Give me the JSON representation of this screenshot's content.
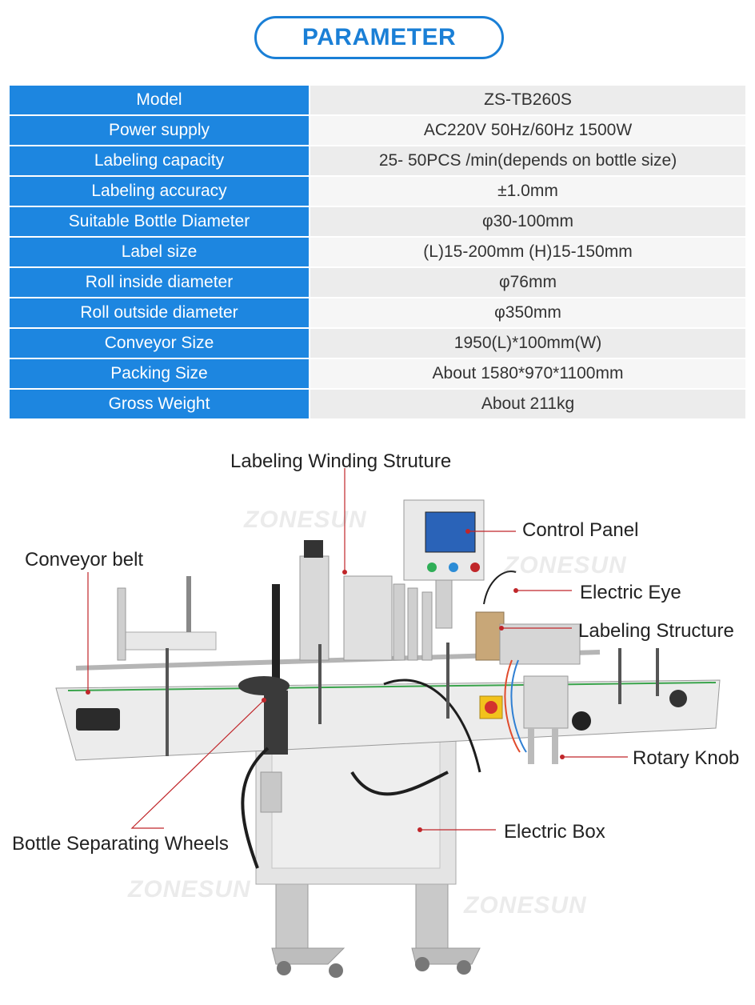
{
  "header": {
    "title": "PARAMETER"
  },
  "specs": [
    {
      "label": "Model",
      "value": "ZS-TB260S"
    },
    {
      "label": "Power supply",
      "value": "AC220V 50Hz/60Hz 1500W"
    },
    {
      "label": "Labeling capacity",
      "value": "25- 50PCS /min(depends on bottle size)"
    },
    {
      "label": "Labeling accuracy",
      "value": "±1.0mm"
    },
    {
      "label": "Suitable Bottle Diameter",
      "value": "φ30-100mm"
    },
    {
      "label": "Label size",
      "value": "(L)15-200mm (H)15-150mm"
    },
    {
      "label": "Roll inside diameter",
      "value": "φ76mm"
    },
    {
      "label": "Roll outside diameter",
      "value": "φ350mm"
    },
    {
      "label": "Conveyor Size",
      "value": "1950(L)*100mm(W)"
    },
    {
      "label": "Packing Size",
      "value": "About 1580*970*1100mm"
    },
    {
      "label": "Gross Weight",
      "value": "About 211kg"
    }
  ],
  "callouts": {
    "winding": "Labeling Winding Struture",
    "control_panel": "Control Panel",
    "conveyor_belt": "Conveyor belt",
    "electric_eye": "Electric Eye",
    "labeling_structure": "Labeling Structure",
    "rotary_knob": "Rotary Knob",
    "electric_box": "Electric Box",
    "separating_wheels": "Bottle Separating Wheels"
  },
  "watermark": "ZONESUN",
  "colors": {
    "accent": "#1d86e0",
    "pill_border": "#1a7fd6",
    "leader": "#c0262a"
  }
}
